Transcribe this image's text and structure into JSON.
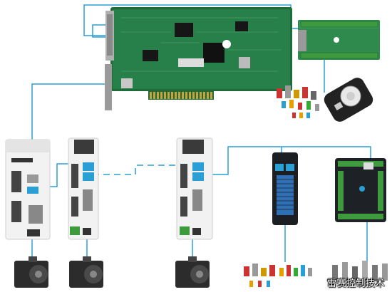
{
  "colors": {
    "link": "#2a9fd6",
    "pcb": "#1f6b3a",
    "pcb_light": "#2f8a4e",
    "gold": "#c9a23a",
    "drive_body": "#f2f2f2",
    "drive_front": "#3a3a3a",
    "motor_body": "#2c2c2c",
    "terminal_green": "#3d9a3d",
    "io_module": "#1b1f24",
    "io_connector": "#2f6fb5"
  },
  "icons": [
    "motion-control-card",
    "terminal-board",
    "servo-drive",
    "servo-motor",
    "handwheel",
    "io-module",
    "plc-controller",
    "sensors-switches"
  ],
  "watermark": "雷赛控制技术"
}
